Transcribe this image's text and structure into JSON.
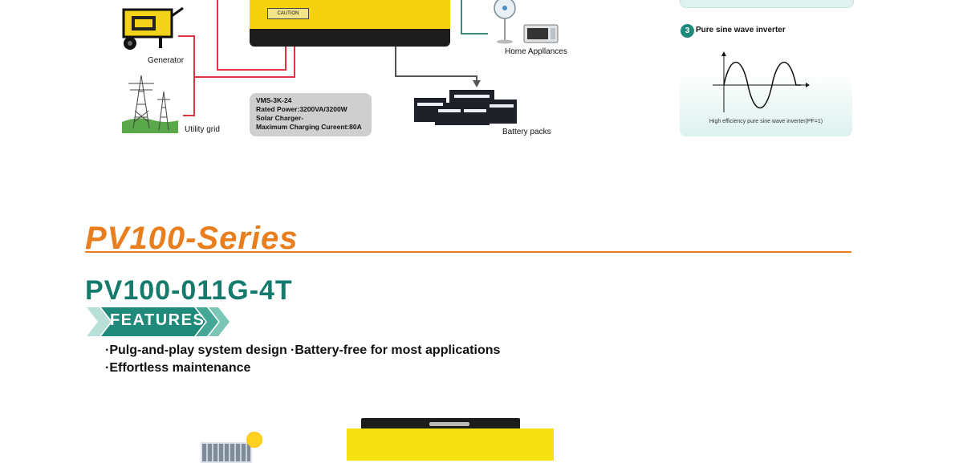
{
  "diagram": {
    "generator_label": "Generator",
    "utility_grid_label": "Utility grid",
    "home_appliances_label": "Home Appllances",
    "battery_packs_label": "Battery packs",
    "caution_text": "CAUTION",
    "spec_box": {
      "model": "VMS-3K-24",
      "rated_power": "Rated Power:3200VA/3200W",
      "solar_charger": "Solar Charger-",
      "max_charging": "Maximum Charging Cureent:80A"
    }
  },
  "sine_panel": {
    "badge_number": "3",
    "title": "Pure sine wave inverter",
    "caption": "High efficiency pure sine wave inverter(PF=1)"
  },
  "series": {
    "title": "PV100-Series",
    "model": "PV100-011G-4T",
    "features_label": "FEATURES",
    "features": [
      "·Pulg-and-play system design",
      "·Battery-free for most applications",
      "·Effortless  maintenance"
    ]
  },
  "colors": {
    "orange": "#e97e1e",
    "teal": "#137a6c",
    "wire_red": "#e2313f",
    "inverter_yellow": "#f5d20d"
  }
}
